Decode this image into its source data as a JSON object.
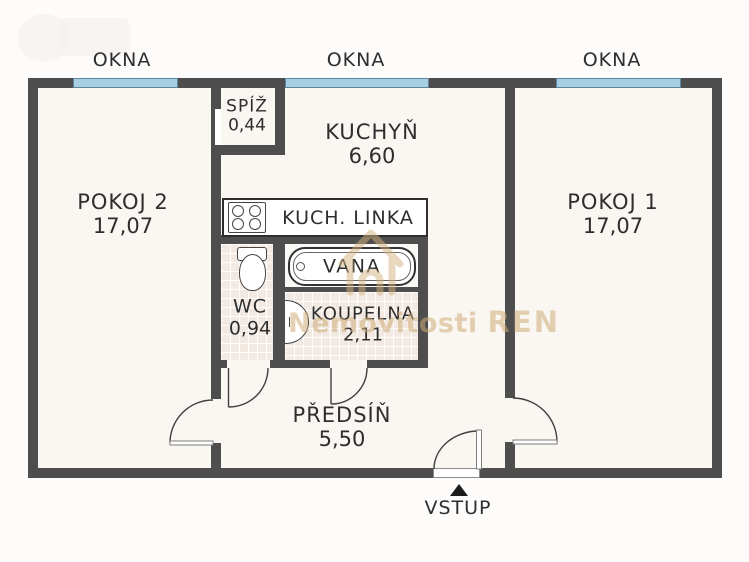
{
  "windows": {
    "labels": [
      "OKNA",
      "OKNA",
      "OKNA"
    ]
  },
  "rooms": {
    "pokoj2": {
      "name": "POKOJ 2",
      "area": "17,07"
    },
    "pokoj1": {
      "name": "POKOJ 1",
      "area": "17,07"
    },
    "kuchyn": {
      "name": "KUCHYŇ",
      "area": "6,60"
    },
    "spiz": {
      "name": "SPÍŽ",
      "area": "0,44"
    },
    "wc": {
      "name": "WC",
      "area": "0,94"
    },
    "koupelna": {
      "name": "KOUPELNA",
      "area": "2,11"
    },
    "predsin": {
      "name": "PŘEDSÍŇ",
      "area": "5,50"
    }
  },
  "fixtures": {
    "kuch_linka": {
      "label": "KUCH. LINKA"
    },
    "vana": {
      "label": "VANA"
    }
  },
  "entrance": {
    "label": "VSTUP"
  },
  "watermark": {
    "brand": "Nemovitosti",
    "suffix": "REN"
  },
  "colors": {
    "wall": "#4e4e4e",
    "window_fill": "#a6cfe2",
    "window_border": "#5d87a0",
    "floor": "#faf6f1",
    "tile": "#f1e9e2",
    "outline": "#3f3f3f",
    "watermark": "#d0ae79",
    "label": "#2e2e2e",
    "bg": "#fdfcfb"
  }
}
